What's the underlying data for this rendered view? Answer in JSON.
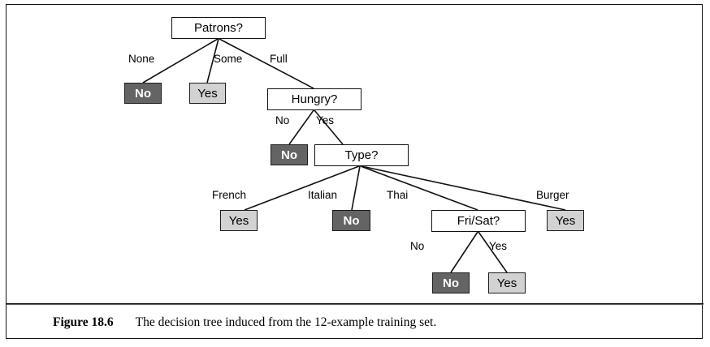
{
  "figure": {
    "caption_label": "Figure 18.6",
    "caption_text": "The decision tree induced from the 12-example training set."
  },
  "colors": {
    "frame_border": "#111111",
    "node_border": "#111111",
    "internal_fill": "#ffffff",
    "leaf_yes_fill": "#d2d2d2",
    "leaf_no_fill": "#646464",
    "leaf_no_text": "#ffffff",
    "text": "#000000"
  },
  "tree": {
    "nodes": [
      {
        "id": "patrons",
        "label": "Patrons?",
        "kind": "internal"
      },
      {
        "id": "no1",
        "label": "No",
        "kind": "leaf-no"
      },
      {
        "id": "yes1",
        "label": "Yes",
        "kind": "leaf-yes"
      },
      {
        "id": "hungry",
        "label": "Hungry?",
        "kind": "internal"
      },
      {
        "id": "no2",
        "label": "No",
        "kind": "leaf-no"
      },
      {
        "id": "type",
        "label": "Type?",
        "kind": "internal"
      },
      {
        "id": "yes_french",
        "label": "Yes",
        "kind": "leaf-yes"
      },
      {
        "id": "no_italian",
        "label": "No",
        "kind": "leaf-no"
      },
      {
        "id": "frisat",
        "label": "Fri/Sat?",
        "kind": "internal"
      },
      {
        "id": "yes_burger",
        "label": "Yes",
        "kind": "leaf-yes"
      },
      {
        "id": "no3",
        "label": "No",
        "kind": "leaf-no"
      },
      {
        "id": "yes3",
        "label": "Yes",
        "kind": "leaf-yes"
      }
    ],
    "edge_labels": [
      {
        "id": "none",
        "text": "None"
      },
      {
        "id": "some",
        "text": "Some"
      },
      {
        "id": "full",
        "text": "Full"
      },
      {
        "id": "h-no",
        "text": "No"
      },
      {
        "id": "h-yes",
        "text": "Yes"
      },
      {
        "id": "french",
        "text": "French"
      },
      {
        "id": "italian",
        "text": "Italian"
      },
      {
        "id": "thai",
        "text": "Thai"
      },
      {
        "id": "burger",
        "text": "Burger"
      },
      {
        "id": "fs-no",
        "text": "No"
      },
      {
        "id": "fs-yes",
        "text": "Yes"
      }
    ]
  }
}
